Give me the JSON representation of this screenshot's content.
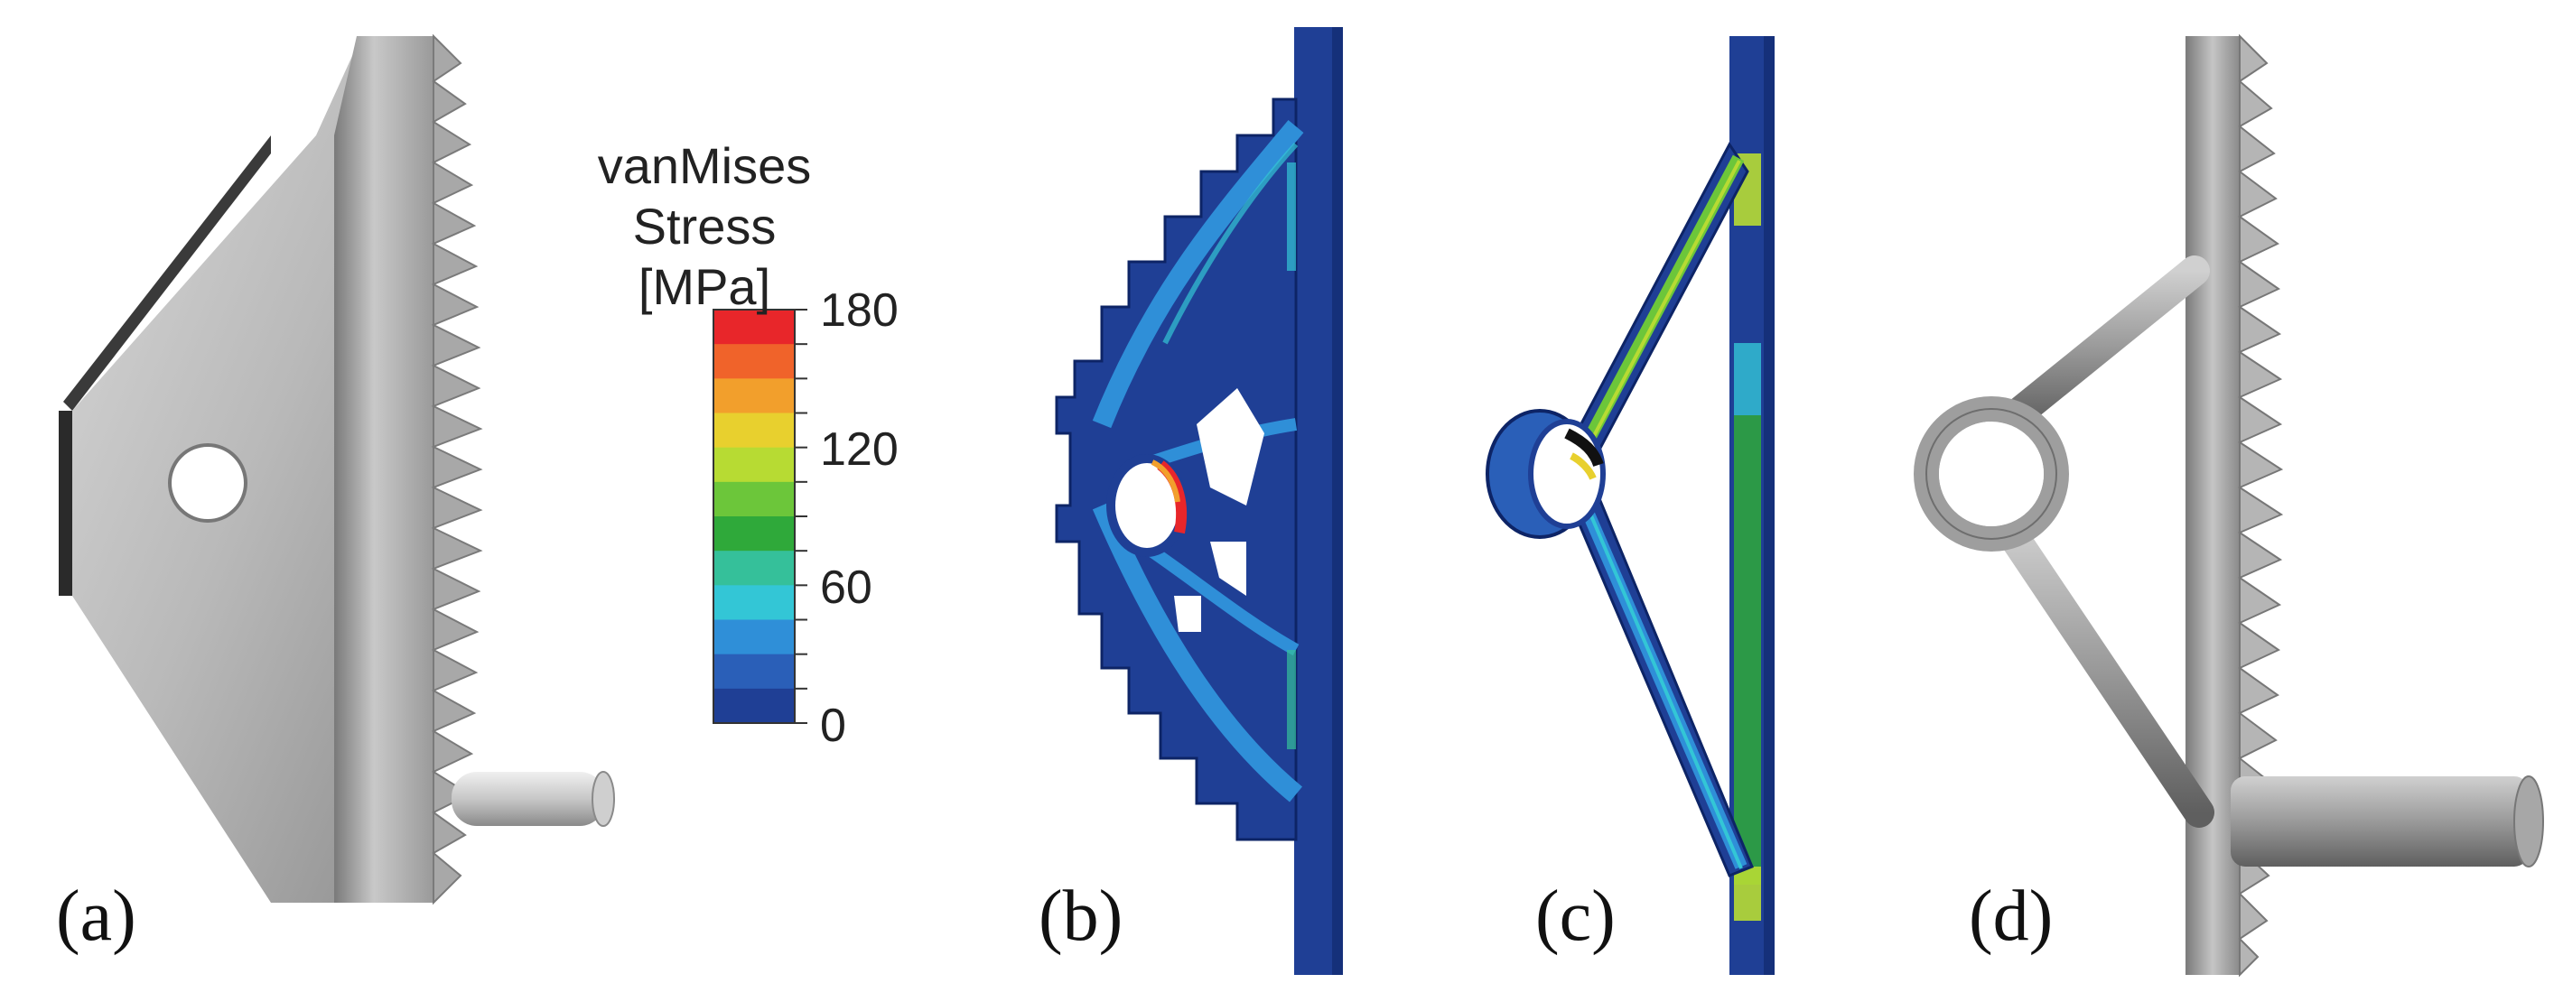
{
  "legend": {
    "title_line1": "vanMises Stress",
    "title_line2": "[MPa]",
    "ticks": [
      "180",
      "120",
      "60",
      "0"
    ],
    "range": [
      0,
      180
    ],
    "colors_top_to_bottom": [
      "#e8262a",
      "#f0632a",
      "#f29f2c",
      "#e8d02e",
      "#b7db33",
      "#6cc63a",
      "#2fa93a",
      "#35c09a",
      "#33c6d6",
      "#2f8fd8",
      "#2a5fb8",
      "#1f3f95"
    ]
  },
  "panels": [
    {
      "label": "(a)"
    },
    {
      "label": "(b)"
    },
    {
      "label": "(c)"
    },
    {
      "label": "(d)"
    }
  ]
}
